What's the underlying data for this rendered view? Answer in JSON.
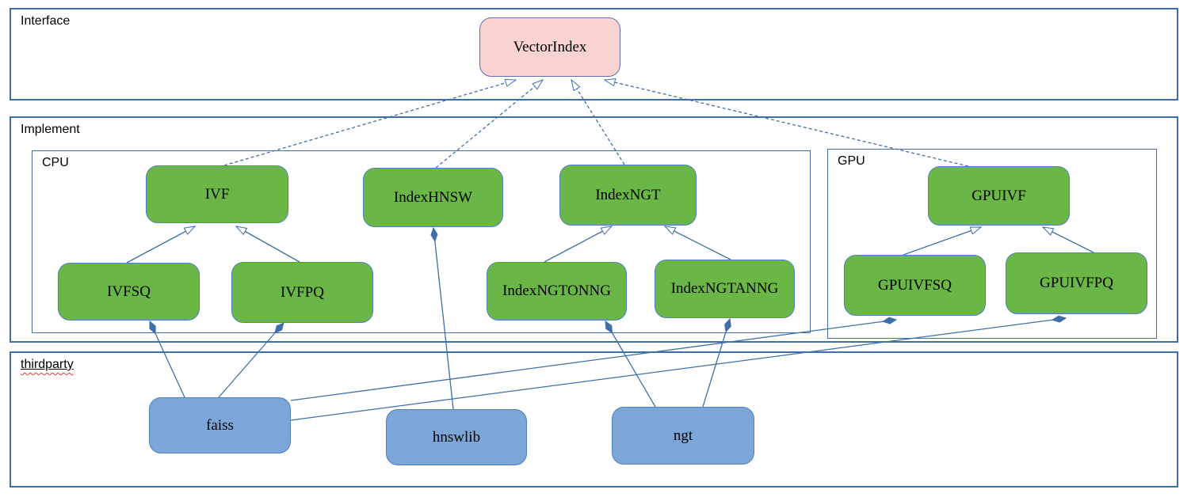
{
  "diagram": {
    "colors": {
      "line": "#3f6ea8",
      "class_fill": "#6ab647",
      "interface_fill": "#f8d3d2",
      "thirdparty_fill": "#7ca6d8",
      "squiggle": "#e03c31"
    },
    "containers": [
      {
        "id": "interface",
        "label": "Interface"
      },
      {
        "id": "implement",
        "label": "Implement"
      },
      {
        "id": "cpu",
        "label": "CPU"
      },
      {
        "id": "gpu",
        "label": "GPU"
      },
      {
        "id": "thirdparty",
        "label": "thirdparty",
        "spellcheck_squiggle": true
      }
    ],
    "nodes": [
      {
        "id": "VectorIndex",
        "label": "VectorIndex",
        "kind": "interface",
        "container": "interface"
      },
      {
        "id": "IVF",
        "label": "IVF",
        "kind": "class",
        "container": "cpu"
      },
      {
        "id": "IndexHNSW",
        "label": "IndexHNSW",
        "kind": "class",
        "container": "cpu"
      },
      {
        "id": "IndexNGT",
        "label": "IndexNGT",
        "kind": "class",
        "container": "cpu"
      },
      {
        "id": "IVFSQ",
        "label": "IVFSQ",
        "kind": "class",
        "container": "cpu"
      },
      {
        "id": "IVFPQ",
        "label": "IVFPQ",
        "kind": "class",
        "container": "cpu"
      },
      {
        "id": "IndexNGTONNG",
        "label": "IndexNGTONNG",
        "kind": "class",
        "container": "cpu"
      },
      {
        "id": "IndexNGTANNG",
        "label": "IndexNGTANNG",
        "kind": "class",
        "container": "cpu"
      },
      {
        "id": "GPUIVF",
        "label": "GPUIVF",
        "kind": "class",
        "container": "gpu"
      },
      {
        "id": "GPUIVFSQ",
        "label": "GPUIVFSQ",
        "kind": "class",
        "container": "gpu"
      },
      {
        "id": "GPUIVFPQ",
        "label": "GPUIVFPQ",
        "kind": "class",
        "container": "gpu"
      },
      {
        "id": "faiss",
        "label": "faiss",
        "kind": "thirdparty",
        "container": "thirdparty"
      },
      {
        "id": "hnswlib",
        "label": "hnswlib",
        "kind": "thirdparty",
        "container": "thirdparty"
      },
      {
        "id": "ngt",
        "label": "ngt",
        "kind": "thirdparty",
        "container": "thirdparty"
      }
    ],
    "edges": [
      {
        "from": "IVF",
        "to": "VectorIndex",
        "type": "realization"
      },
      {
        "from": "IndexHNSW",
        "to": "VectorIndex",
        "type": "realization"
      },
      {
        "from": "IndexNGT",
        "to": "VectorIndex",
        "type": "realization"
      },
      {
        "from": "GPUIVF",
        "to": "VectorIndex",
        "type": "realization"
      },
      {
        "from": "IVFSQ",
        "to": "IVF",
        "type": "generalization"
      },
      {
        "from": "IVFPQ",
        "to": "IVF",
        "type": "generalization"
      },
      {
        "from": "IndexNGTONNG",
        "to": "IndexNGT",
        "type": "generalization"
      },
      {
        "from": "IndexNGTANNG",
        "to": "IndexNGT",
        "type": "generalization"
      },
      {
        "from": "GPUIVFSQ",
        "to": "GPUIVF",
        "type": "generalization"
      },
      {
        "from": "GPUIVFPQ",
        "to": "GPUIVF",
        "type": "generalization"
      },
      {
        "from": "faiss",
        "to": "IVFSQ",
        "type": "aggregation"
      },
      {
        "from": "faiss",
        "to": "IVFPQ",
        "type": "aggregation"
      },
      {
        "from": "hnswlib",
        "to": "IndexHNSW",
        "type": "aggregation"
      },
      {
        "from": "ngt",
        "to": "IndexNGTONNG",
        "type": "aggregation"
      },
      {
        "from": "ngt",
        "to": "IndexNGTANNG",
        "type": "aggregation"
      },
      {
        "from": "faiss",
        "to": "GPUIVFSQ",
        "type": "aggregation"
      },
      {
        "from": "faiss",
        "to": "GPUIVFPQ",
        "type": "aggregation"
      }
    ]
  }
}
